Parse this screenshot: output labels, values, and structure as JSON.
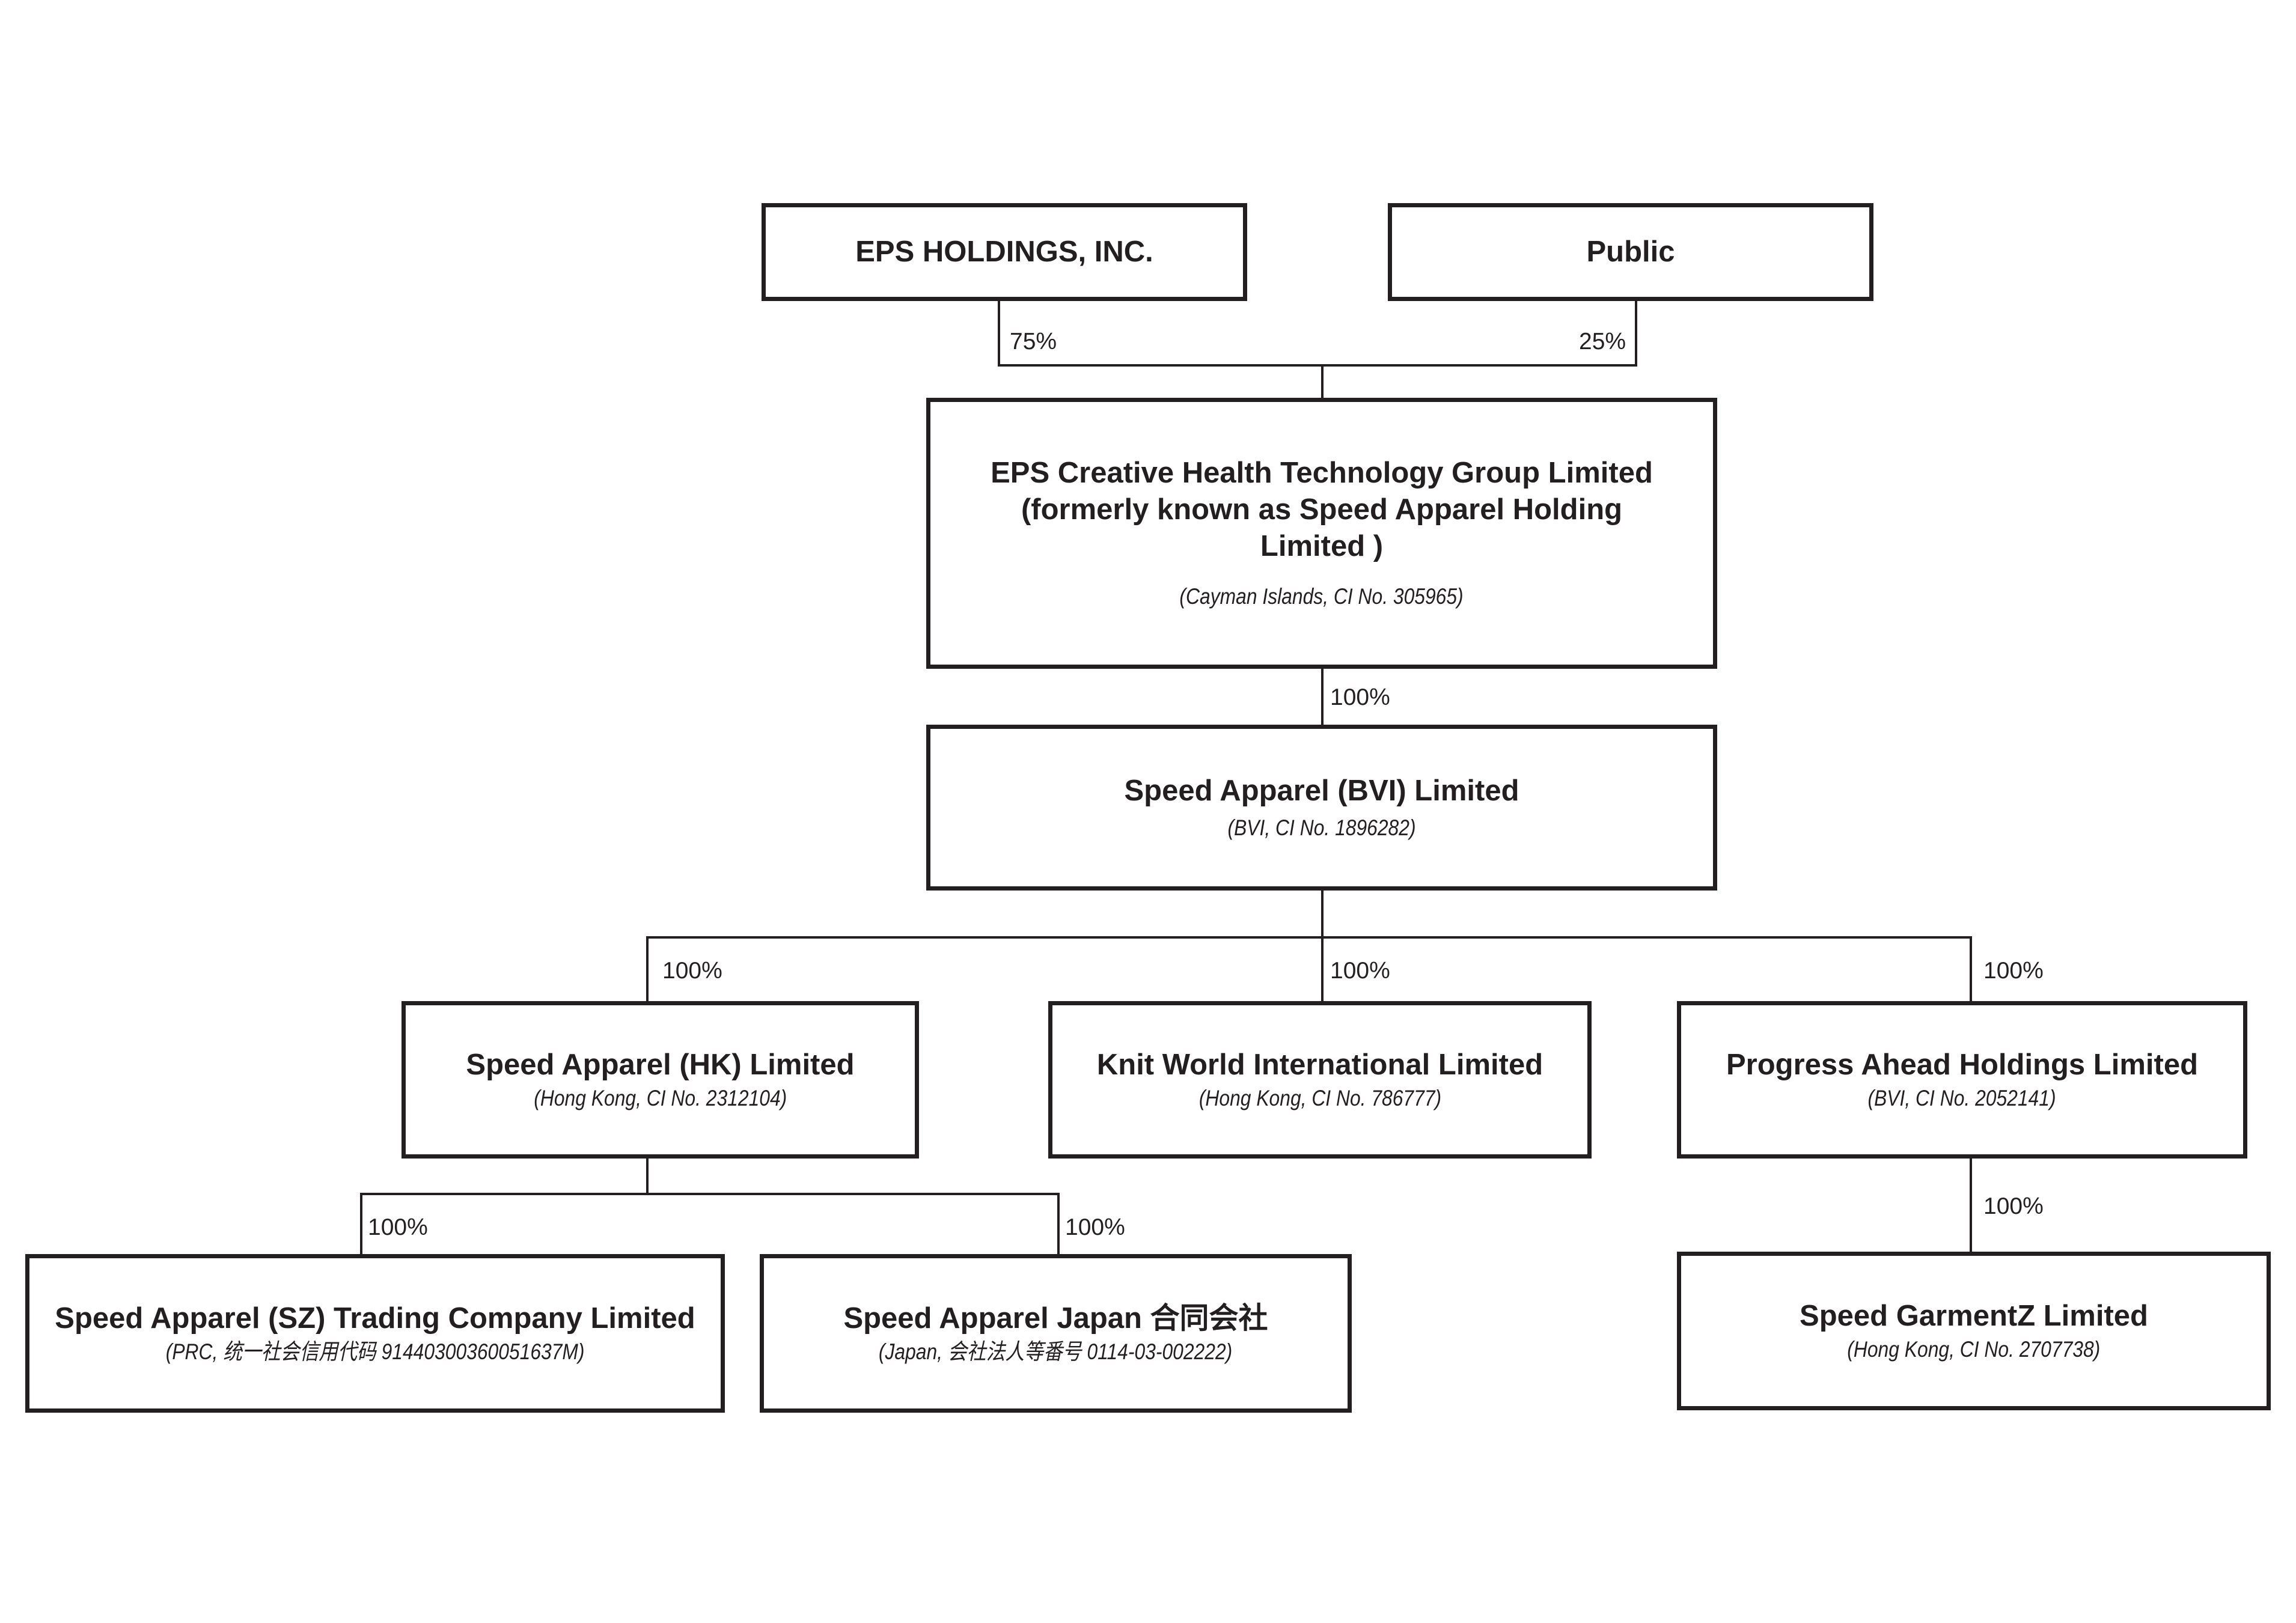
{
  "entities": {
    "eps_holdings": {
      "name": "EPS HOLDINGS, INC."
    },
    "public": {
      "name": "Public"
    },
    "eps_creative": {
      "name_line1": "EPS Creative Health Technology Group Limited",
      "name_line2": "(formerly known as Speed Apparel Holding",
      "name_line3": "Limited )",
      "reg": "(Cayman Islands, CI No. 305965)"
    },
    "speed_bvi": {
      "name": "Speed Apparel (BVI) Limited",
      "reg": "(BVI, CI No. 1896282)"
    },
    "speed_hk": {
      "name": "Speed Apparel (HK) Limited",
      "reg": "(Hong Kong, CI No. 2312104)"
    },
    "knit_world": {
      "name": "Knit World International Limited",
      "reg": "(Hong Kong, CI No. 786777)"
    },
    "progress_ahead": {
      "name": "Progress Ahead Holdings Limited",
      "reg": "(BVI, CI No. 2052141)"
    },
    "speed_sz": {
      "name": "Speed Apparel (SZ) Trading Company Limited",
      "reg": "(PRC, 统一社会信用代码 91440300360051637M)"
    },
    "speed_japan": {
      "name": "Speed Apparel Japan 合同会社",
      "reg": "(Japan, 会社法人等番号 0114-03-002222)"
    },
    "speed_garmentz": {
      "name": "Speed GarmentZ Limited",
      "reg": "(Hong Kong, CI No. 2707738)"
    }
  },
  "ownership": {
    "eps_holdings_to_eps_creative": "75%",
    "public_to_eps_creative": "25%",
    "eps_creative_to_speed_bvi": "100%",
    "speed_bvi_to_speed_hk": "100%",
    "speed_bvi_to_knit_world": "100%",
    "speed_bvi_to_progress_ahead": "100%",
    "speed_hk_to_speed_sz": "100%",
    "speed_hk_to_speed_japan": "100%",
    "progress_ahead_to_speed_garmentz": "100%"
  }
}
